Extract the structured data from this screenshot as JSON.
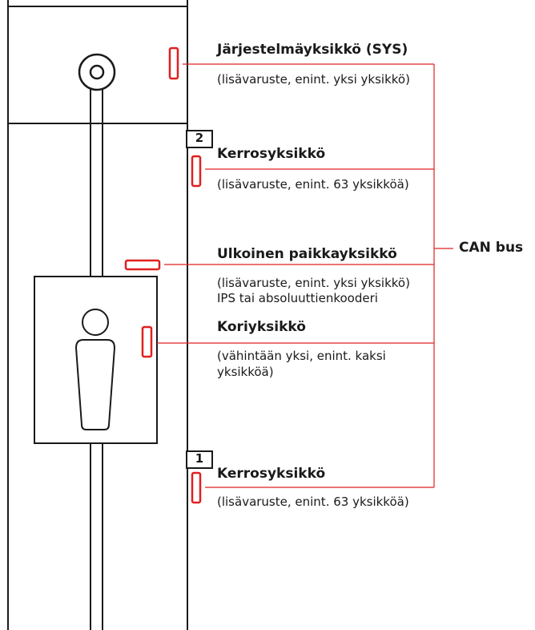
{
  "colors": {
    "accent": "#e02020",
    "line": "#1a1a1a",
    "background": "#ffffff"
  },
  "icons": [
    "system-unit-ring-icon",
    "person-icon"
  ],
  "bus_label": "CAN bus",
  "units": [
    {
      "title": "Järjestelmäyksikkö (SYS)",
      "description": [
        "(lisävaruste, enint. yksi yksikkö)"
      ]
    },
    {
      "floor_number": "2",
      "title": "Kerrosyksikkö",
      "description": [
        "(lisävaruste, enint. 63 yksikköä)"
      ]
    },
    {
      "title": "Ulkoinen paikkayksikkö",
      "description": [
        "(lisävaruste, enint. yksi yksikkö)",
        "IPS tai absoluuttienkooderi"
      ]
    },
    {
      "title": "Koriyksikkö",
      "description": [
        "(vähintään yksi, enint. kaksi",
        "yksikköä)"
      ]
    },
    {
      "floor_number": "1",
      "title": "Kerrosyksikkö",
      "description": [
        "(lisävaruste, enint. 63 yksikköä)"
      ]
    }
  ]
}
